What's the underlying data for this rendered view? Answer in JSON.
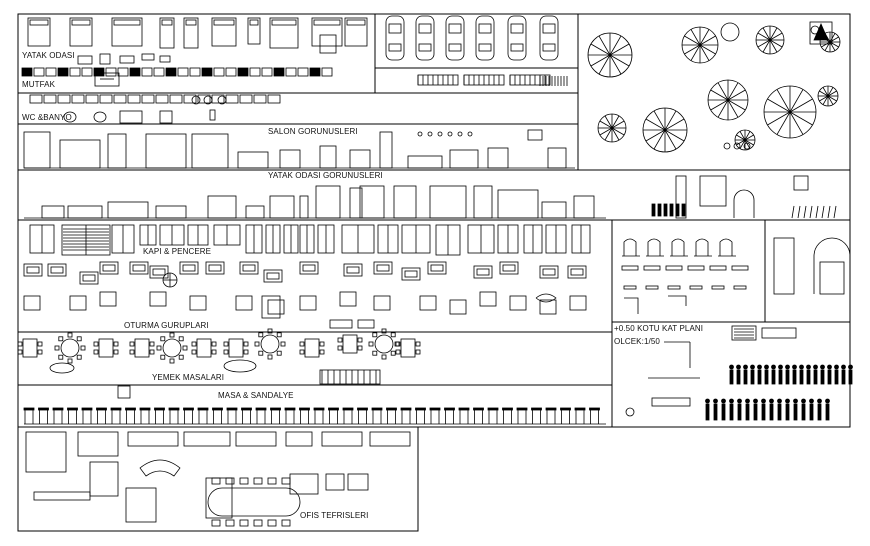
{
  "sheet": {
    "labels": {
      "bedroom": "YATAK ODASI",
      "kitchen": "MUTFAK",
      "wc_bath": "WC &BANYO",
      "living_elevations": "SALON GORUNUSLERI",
      "bedroom_elevations": "YATAK ODASI GORUNUSLERI",
      "doors_windows": "KAPI & PENCERE",
      "seating_groups": "OTURMA GURUPLARI",
      "dining_tables": "YEMEK MASALARI",
      "tables_chairs": "MASA & SANDALYE",
      "office_furniture": "OFIS TEFRISLERI",
      "floor_plan_level": "+0.50 KOTU KAT PLANI",
      "scale": "OLCEK:1/50"
    }
  }
}
